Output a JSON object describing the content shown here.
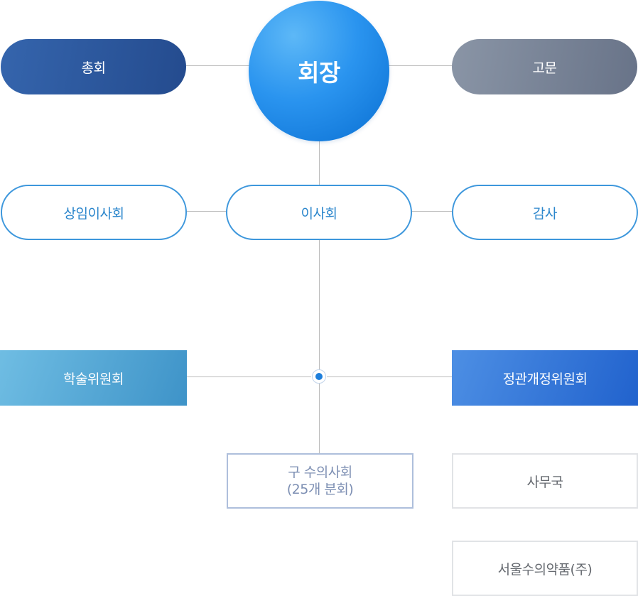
{
  "chart": {
    "chairman": "회장",
    "general_assembly": "총회",
    "advisor": "고문",
    "standing_board": "상임이사회",
    "board": "이사회",
    "audit": "감사",
    "academic_committee": "학술위원회",
    "bylaws_committee": "정관개정위원회",
    "district_council_line1": "구 수의사회",
    "district_council_line2": "(25개 분회)",
    "secretariat": "사무국",
    "pharma_company": "서울수의약품(주)"
  },
  "colors": {
    "navy_pill": "#2b5296",
    "gray_pill": "#717c8f",
    "outline_blue": "#3d97dc",
    "academic": "#4aa2d2",
    "bylaws": "#2d6bd7"
  }
}
